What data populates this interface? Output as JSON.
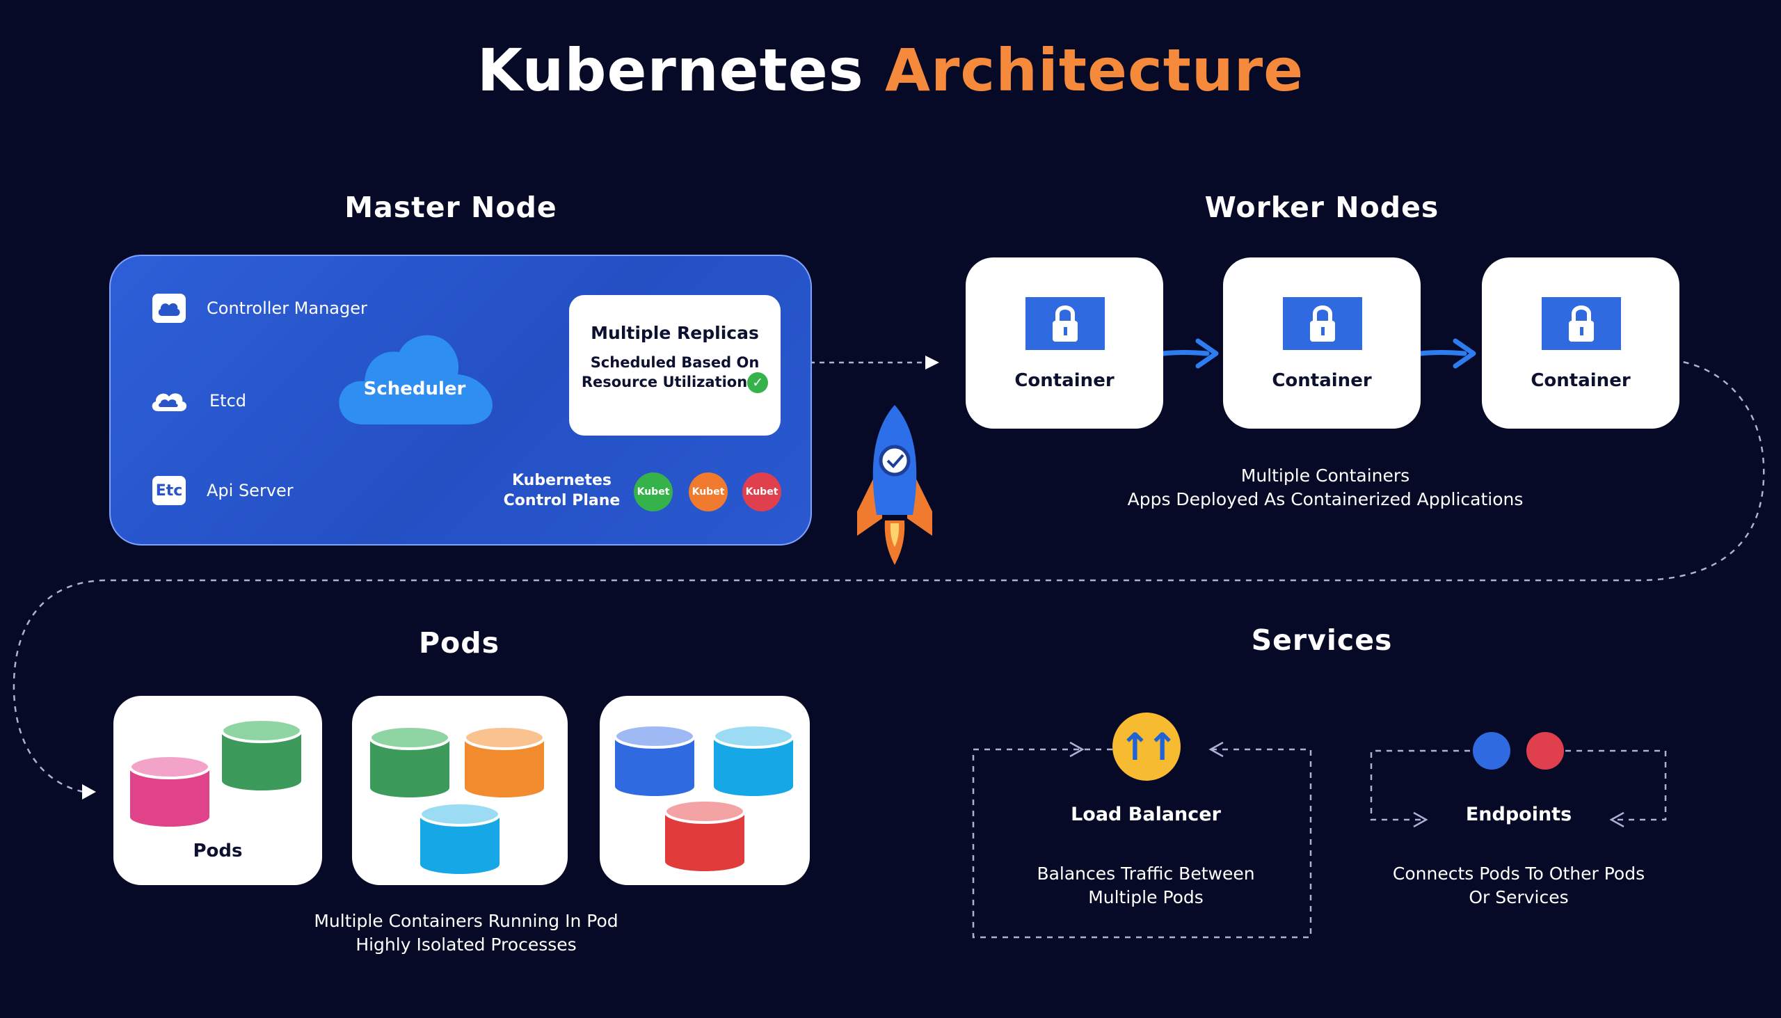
{
  "title": {
    "part1": "Kubernetes",
    "part2": "Architecture"
  },
  "colors": {
    "background": "#070a26",
    "accent_orange": "#f58a3c",
    "panel_blue": "#2a57cc",
    "container_blue": "#2f6ae0",
    "green": "#36b24a",
    "orange": "#f07a2e",
    "red": "#e0404e",
    "yellow": "#f7bb31"
  },
  "master": {
    "heading": "Master Node",
    "items": [
      {
        "label": "Controller Manager",
        "icon": "cloud-icon",
        "glyph": ""
      },
      {
        "label": "Etcd",
        "icon": "cloud-icon",
        "glyph": ""
      },
      {
        "label": "Api Server",
        "icon": "etc-icon",
        "glyph": "Etc"
      }
    ],
    "scheduler": "Scheduler",
    "replicas": {
      "title": "Multiple Replicas",
      "line1": "Scheduled Based On",
      "line2": "Resource Utilization"
    },
    "control_plane": {
      "line1": "Kubernetes",
      "line2": "Control Plane"
    },
    "badges": [
      "Kubet",
      "Kubet",
      "Kubet"
    ]
  },
  "workers": {
    "heading": "Worker Nodes",
    "containers": [
      "Container",
      "Container",
      "Container"
    ],
    "caption1": "Multiple Containers",
    "caption2": "Apps Deployed As Containerized Applications"
  },
  "pods": {
    "heading": "Pods",
    "card_label": "Pods",
    "caption1": "Multiple Containers Running In Pod",
    "caption2": "Highly Isolated Processes"
  },
  "services": {
    "heading": "Services",
    "load_balancer": {
      "label": "Load Balancer",
      "desc1": "Balances Traffic Between",
      "desc2": "Multiple Pods",
      "icon": "arrows-up-icon",
      "glyph": "↑↑"
    },
    "endpoints": {
      "label": "Endpoints",
      "desc1": "Connects Pods To Other Pods",
      "desc2": "Or Services"
    }
  }
}
